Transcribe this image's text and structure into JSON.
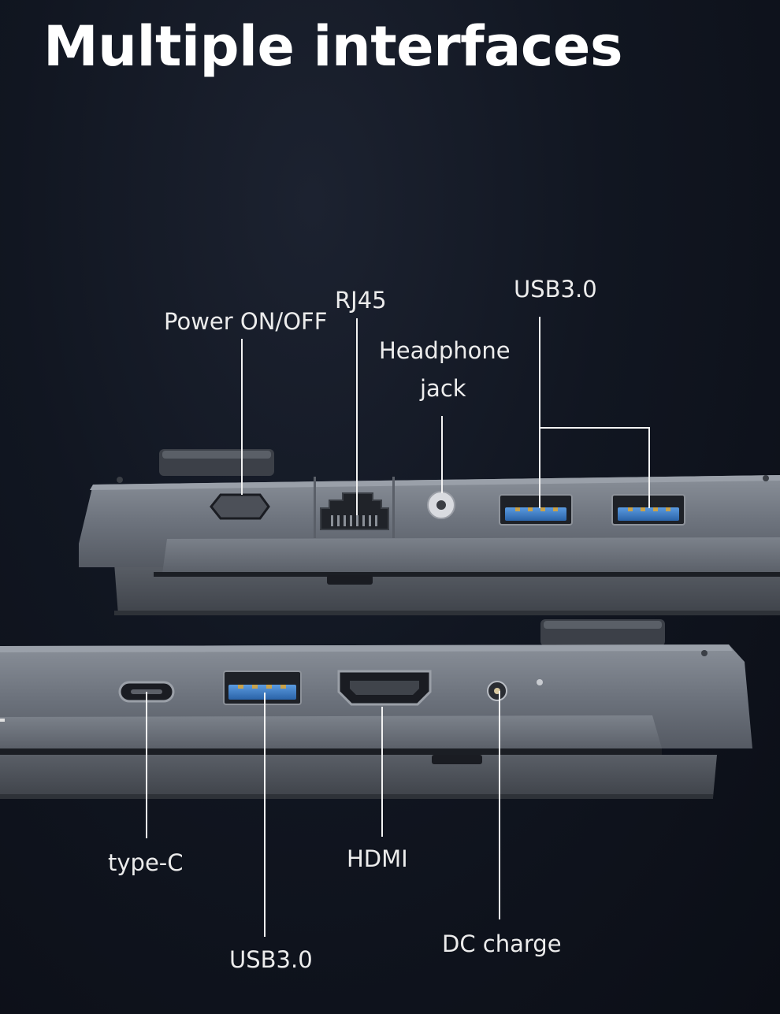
{
  "title": "Multiple interfaces",
  "labels": {
    "power": "Power ON/OFF",
    "rj45": "RJ45",
    "headphone_line1": "Headphone",
    "headphone_line2": "jack",
    "usb_top": "USB3.0",
    "type_c": "type-C",
    "hdmi": "HDMI",
    "usb_bottom": "USB3.0",
    "dc_charge": "DC charge"
  },
  "icons": {
    "power_button": "power-button-icon",
    "rj45_port": "ethernet-port-icon",
    "headphone_jack": "audio-jack-icon",
    "usb_port": "usb-a-port-icon",
    "type_c_port": "usb-c-port-icon",
    "hdmi_port": "hdmi-port-icon",
    "dc_port": "dc-power-port-icon"
  },
  "colors": {
    "background": "#0f131c",
    "device_body": "#6b717b",
    "usb_blue": "#3d7fc9",
    "leader_lines": "#f2f2f2"
  }
}
